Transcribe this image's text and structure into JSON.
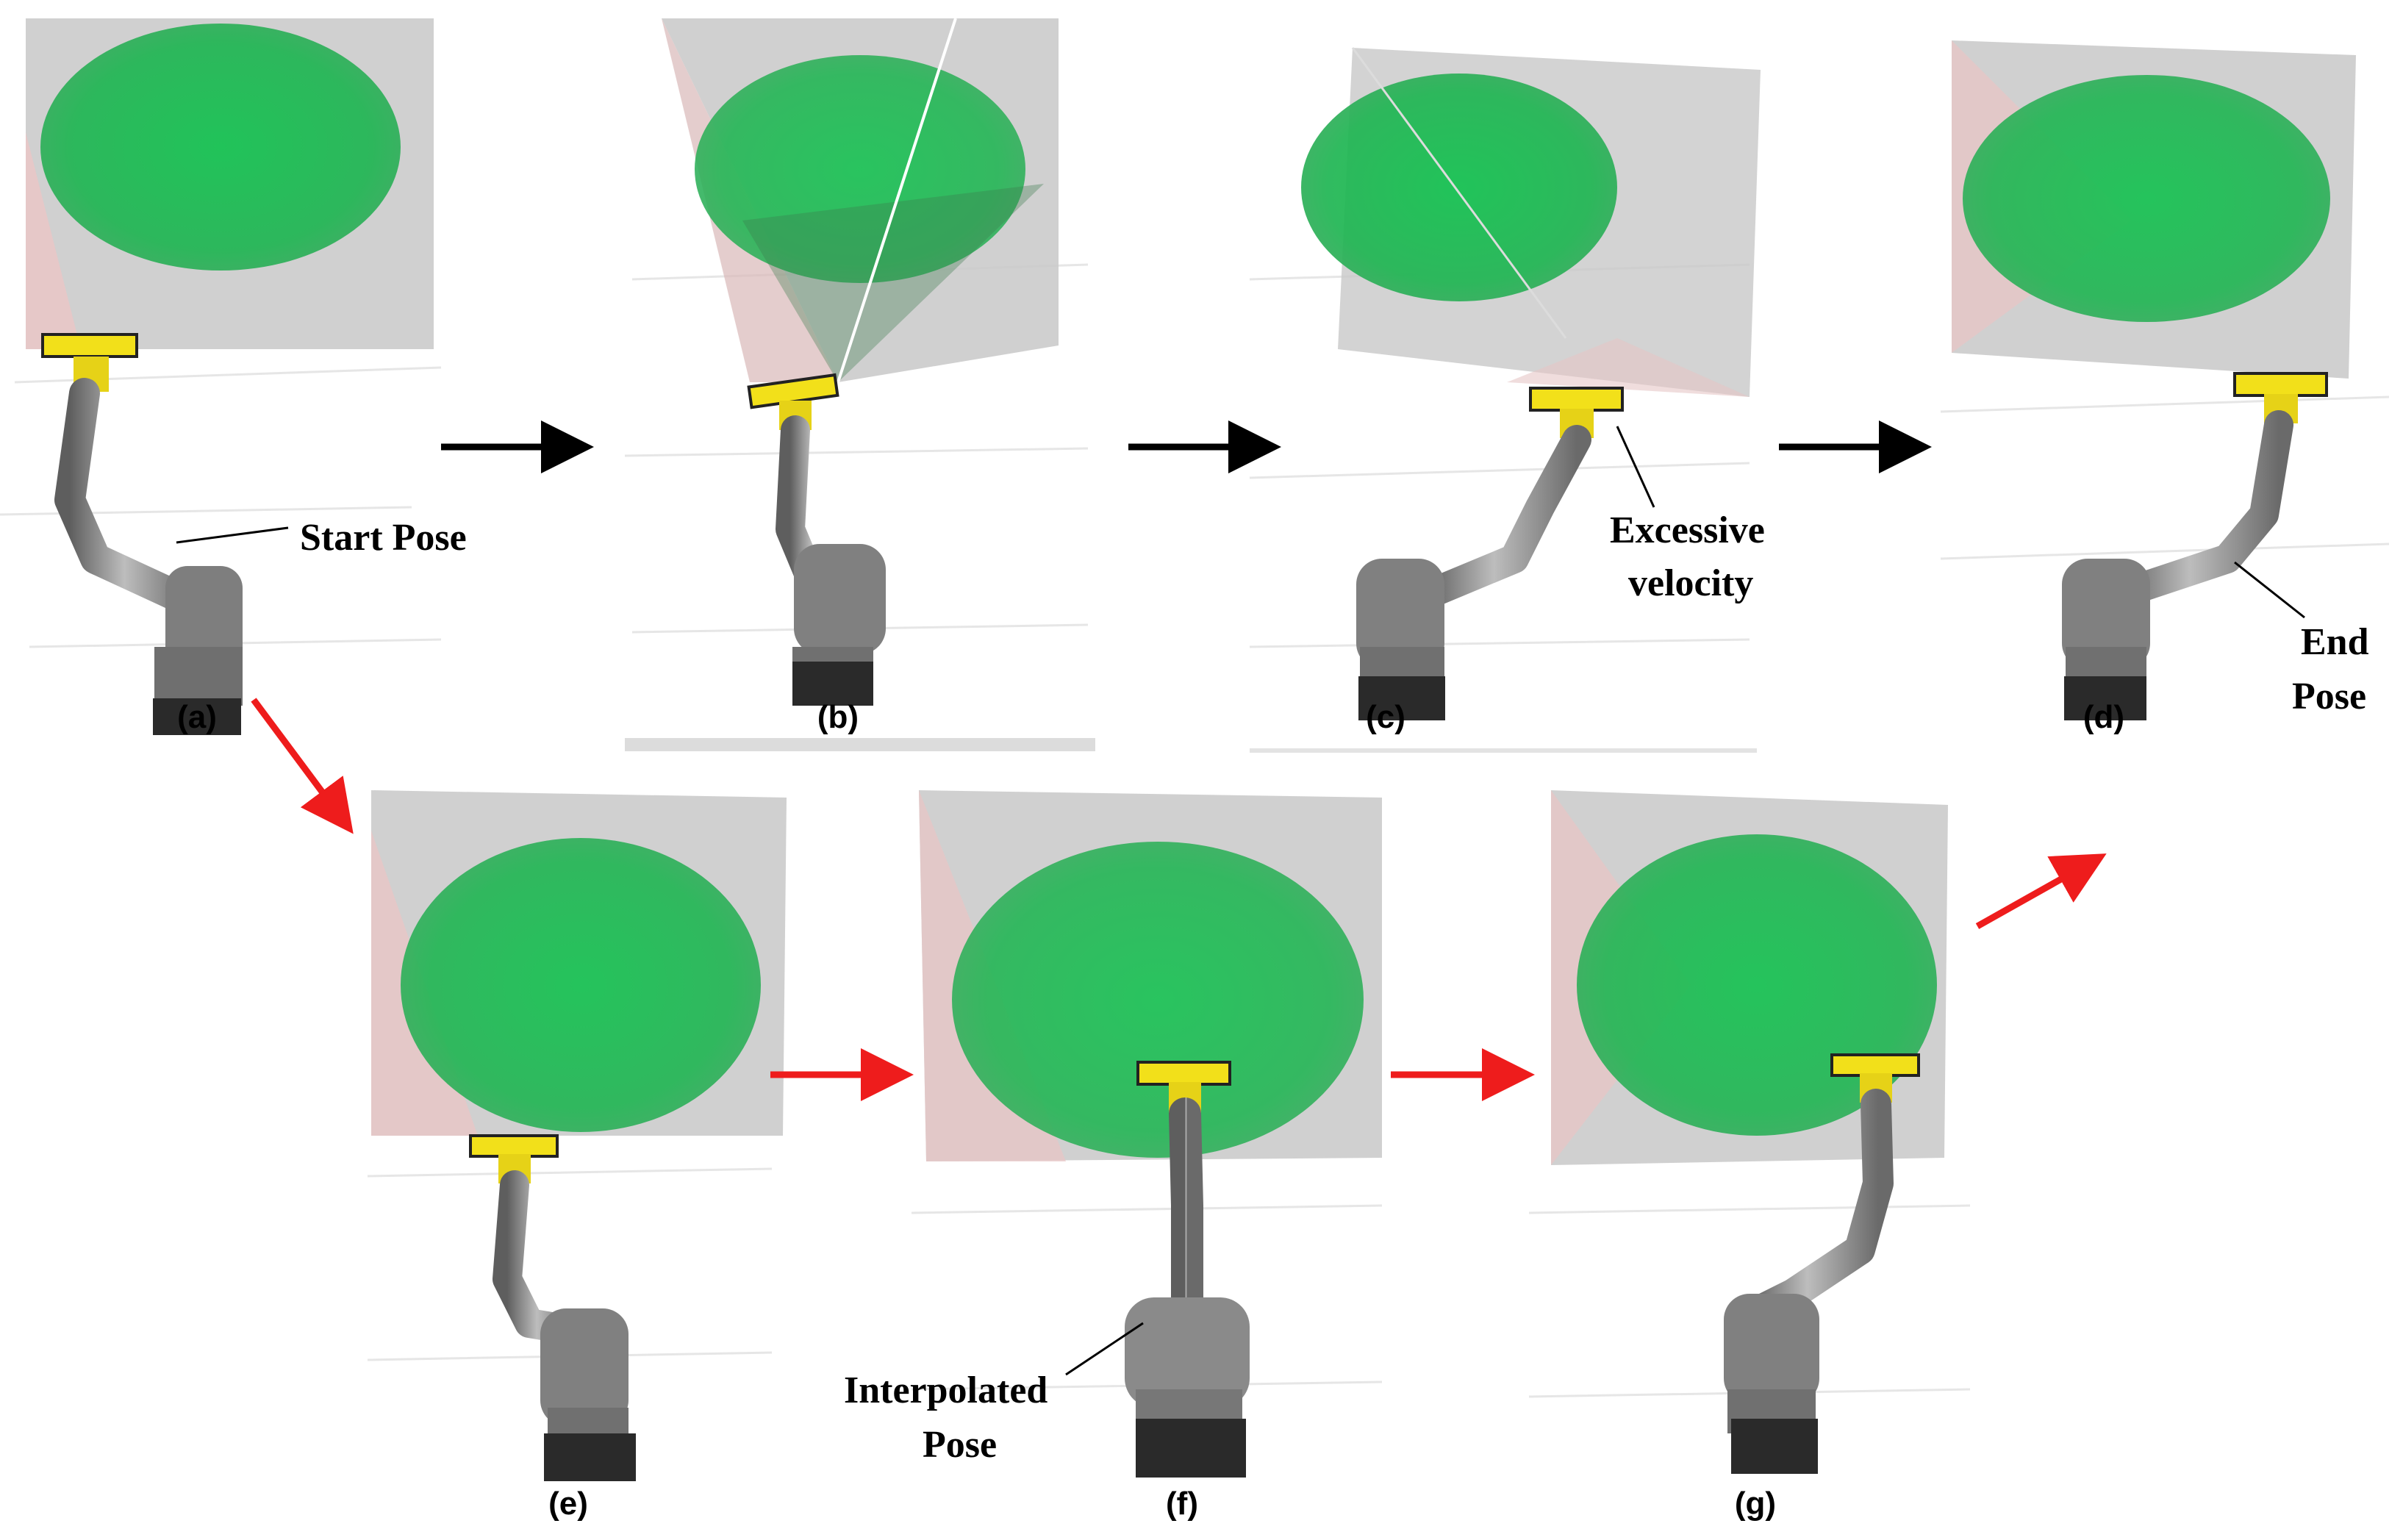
{
  "panels": [
    {
      "label": "(a)"
    },
    {
      "label": "(b)"
    },
    {
      "label": "(c)"
    },
    {
      "label": "(d)"
    },
    {
      "label": "(e)"
    },
    {
      "label": "(f)"
    },
    {
      "label": "(g)"
    }
  ],
  "annotations": {
    "start_pose": "Start Pose",
    "excessive_line1": "Excessive",
    "excessive_line2": "velocity",
    "end_line1": "End",
    "end_line2": "Pose",
    "interp_line1": "Interpolated",
    "interp_line2": "Pose"
  },
  "colors": {
    "sphere": "#22c35a",
    "plane": "#c8c8c8",
    "plane_pink": "#e8c6c6",
    "tool": "#f2e01a",
    "robot": "#8a8a8a",
    "arrow_black": "#000000",
    "arrow_red": "#ee1c1c"
  }
}
